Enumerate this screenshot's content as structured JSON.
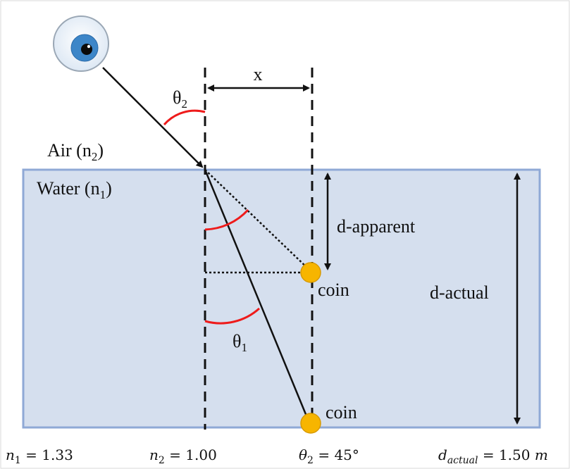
{
  "colors": {
    "water_fill": "#d5dfee",
    "water_border": "#8fa9d6",
    "angle_arc": "#ee1b1b",
    "coin": "#f7b500",
    "line": "#111111"
  },
  "labels": {
    "x": "x",
    "theta2_base": "θ",
    "theta2_sub": "2",
    "theta1_base": "θ",
    "theta1_sub": "1",
    "air_base": "Air (n",
    "air_sub": "2",
    "air_close": ")",
    "water_base": "Water (n",
    "water_sub": "1",
    "water_close": ")",
    "d_apparent": "d-apparent",
    "d_actual": "d-actual",
    "coin_apparent": "coin",
    "coin_actual": "coin"
  },
  "given": {
    "n1_var": "n",
    "n1_sub": "1",
    "n1_value": " = 1.33",
    "n2_var": "n",
    "n2_sub": "2",
    "n2_value": " = 1.00",
    "theta2_var": "θ",
    "theta2_sub": "2",
    "theta2_value": " = 45°",
    "dactual_var": "d",
    "dactual_sub": "actual",
    "dactual_value": " = 1.50 ",
    "dactual_unit": "m"
  },
  "icons": {
    "eye": "eye-icon"
  }
}
